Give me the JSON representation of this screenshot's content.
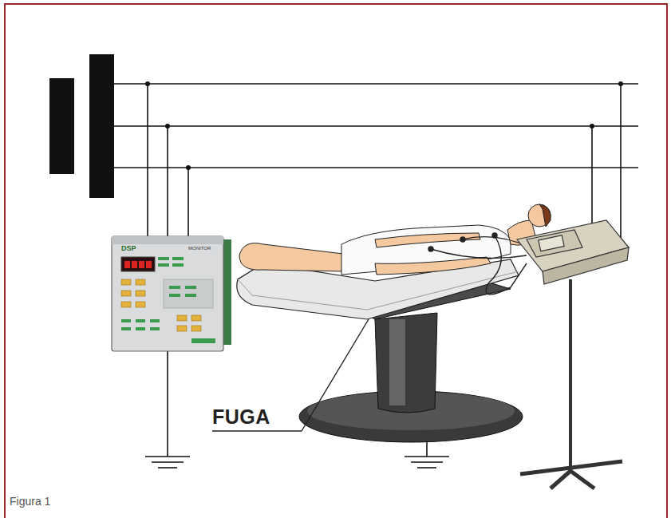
{
  "diagram": {
    "caption": "Figura 1",
    "labels": [
      "DSP",
      "MONITOR",
      "FUGA"
    ]
  }
}
